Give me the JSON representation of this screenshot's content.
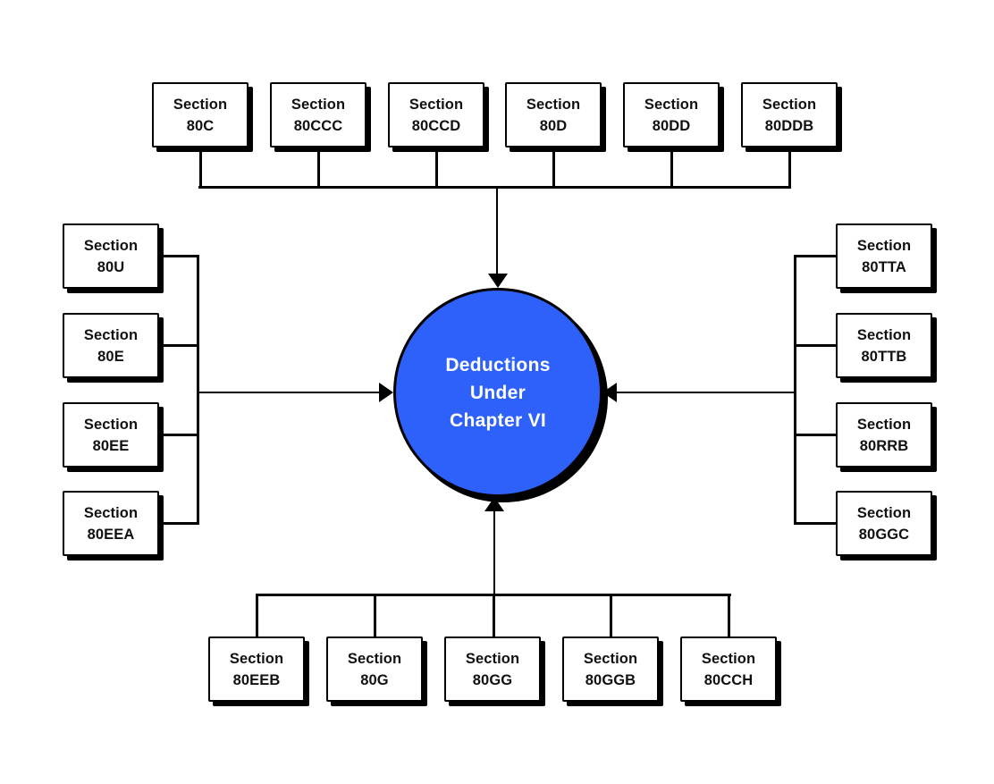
{
  "center": {
    "lines": [
      "Deductions",
      "Under",
      "Chapter VI"
    ]
  },
  "groups": {
    "top": {
      "items": [
        {
          "line1": "Section",
          "code": "80C"
        },
        {
          "line1": "Section",
          "code": "80CCC"
        },
        {
          "line1": "Section",
          "code": "80CCD"
        },
        {
          "line1": "Section",
          "code": "80D"
        },
        {
          "line1": "Section",
          "code": "80DD"
        },
        {
          "line1": "Section",
          "code": "80DDB"
        }
      ]
    },
    "left": {
      "items": [
        {
          "line1": "Section",
          "code": "80U"
        },
        {
          "line1": "Section",
          "code": "80E"
        },
        {
          "line1": "Section",
          "code": "80EE"
        },
        {
          "line1": "Section",
          "code": "80EEA"
        }
      ]
    },
    "right": {
      "items": [
        {
          "line1": "Section",
          "code": "80TTA"
        },
        {
          "line1": "Section",
          "code": "80TTB"
        },
        {
          "line1": "Section",
          "code": "80RRB"
        },
        {
          "line1": "Section",
          "code": "80GGC"
        }
      ]
    },
    "bottom": {
      "items": [
        {
          "line1": "Section",
          "code": "80EEB"
        },
        {
          "line1": "Section",
          "code": "80G"
        },
        {
          "line1": "Section",
          "code": "80GG"
        },
        {
          "line1": "Section",
          "code": "80GGB"
        },
        {
          "line1": "Section",
          "code": "80CCH"
        }
      ]
    }
  },
  "colors": {
    "accent_blue": "#2D61FA",
    "line_black": "#000000",
    "box_white": "#FFFFFF",
    "text_dark": "#111111",
    "text_light": "#FFFFFF"
  }
}
